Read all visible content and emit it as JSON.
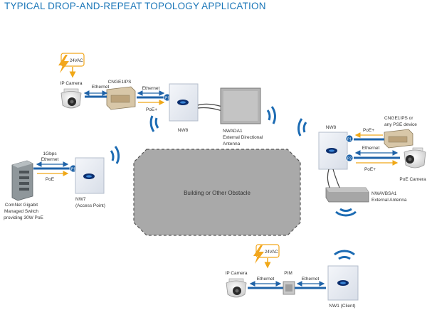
{
  "title": "TYPICAL DROP-AND-REPEAT TOPOLOGY APPLICATION",
  "colors": {
    "ethernet": "#1f63a8",
    "poe": "#f0a818",
    "wireless": "#1c6bb3",
    "obstacle": "#a9a9a9",
    "title": "#1a76b8"
  },
  "obstacle": {
    "label": "Building or Other Obstacle"
  },
  "top": {
    "power": "24VAC",
    "camera": "IP Camera",
    "injector": "CNGE1IPS",
    "eth1": "Ethernet",
    "eth2": "Ethernet",
    "poe": "PoE+",
    "port": "P1",
    "node": "NW8",
    "antenna_name": "NWADA1",
    "antenna_desc1": "External Directional",
    "antenna_desc2": "Antenna"
  },
  "left": {
    "eth_speed": "1Gbps",
    "eth": "Ethernet",
    "poe": "PoE",
    "port": "P1",
    "switch1": "ComNet Gigabit",
    "switch2": "Managed Switch",
    "switch3": "providing 30W PoE",
    "ap_name": "NW7",
    "ap_desc": "(Access Point)"
  },
  "right": {
    "node": "NW8",
    "injector1": "CNGE1IPS or",
    "injector2": "any PSE device",
    "poe1": "PoE+",
    "eth": "Ethernet",
    "poe2": "PoE+",
    "port1": "P1",
    "port2": "P2",
    "camera": "PoE Camera",
    "antenna_name": "NWAVBSA1",
    "antenna_desc": "External Antenna"
  },
  "bottom": {
    "power": "24VAC",
    "camera": "IP Camera",
    "eth1": "Ethernet",
    "pim": "PIM",
    "eth2": "Ethernet",
    "client": "NW1 (Client)"
  }
}
